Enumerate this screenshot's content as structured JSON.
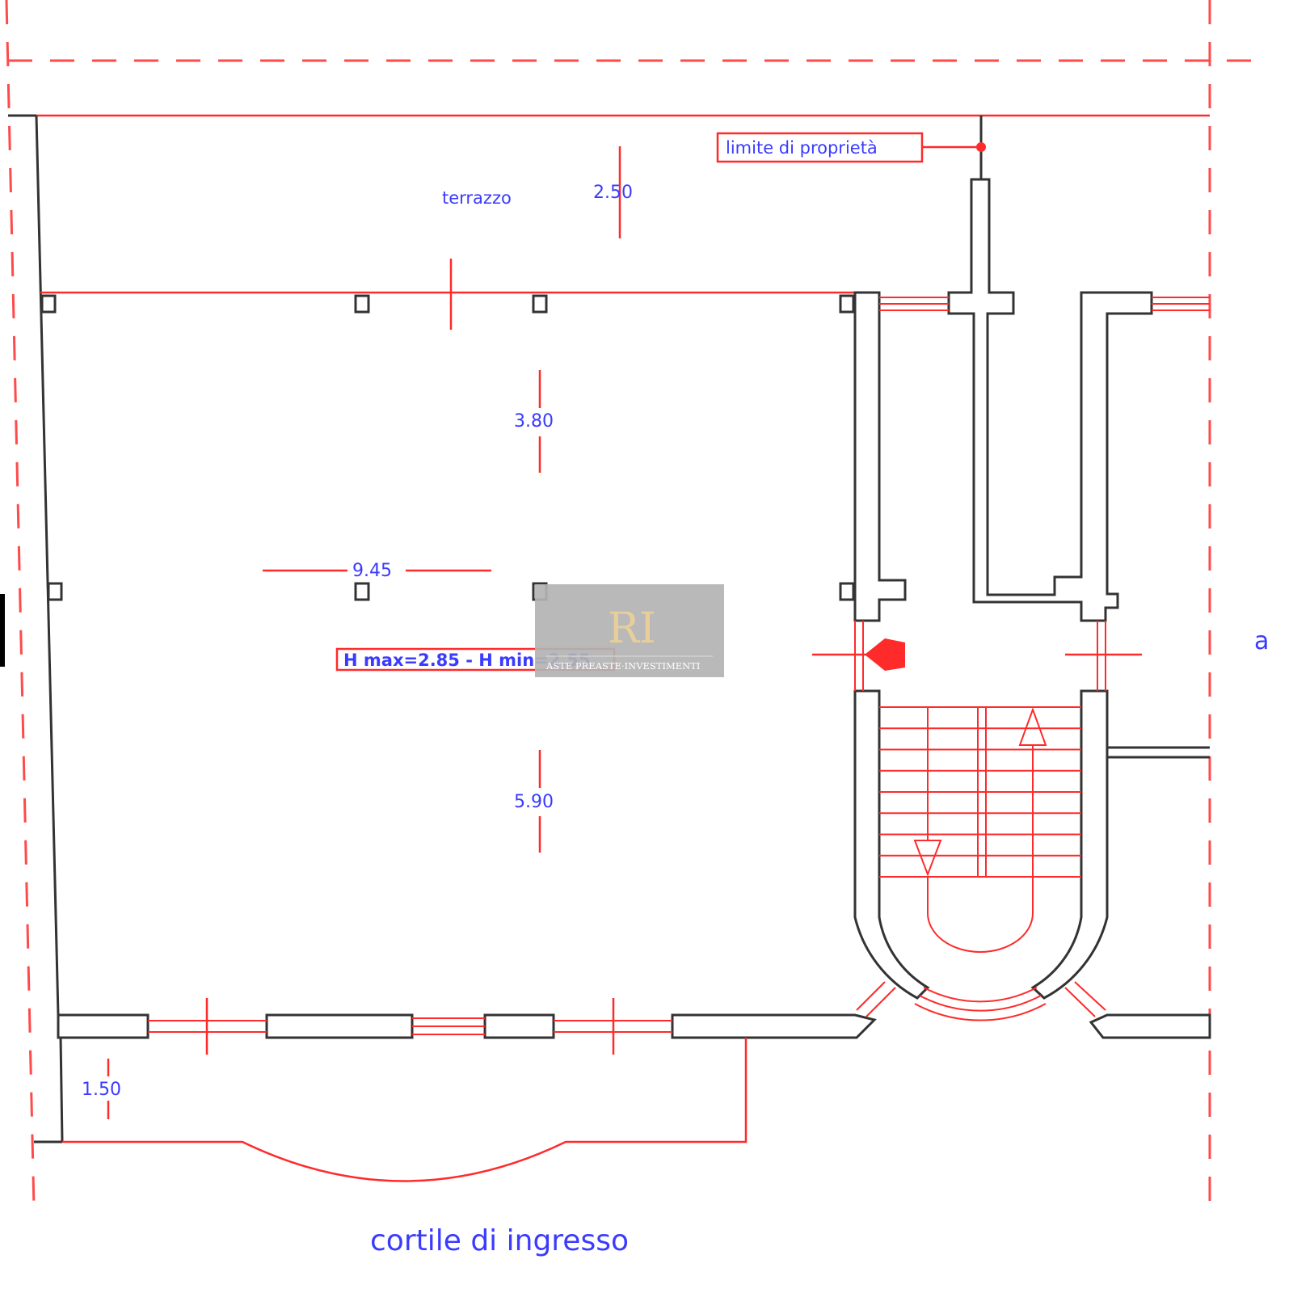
{
  "plan": {
    "labels": {
      "terrace": "terrazzo",
      "property_limit": "limite di proprietà",
      "courtyard": "cortile di ingresso",
      "height_note": "H max=2.85 - H min=2.55",
      "edge_fragment": "a"
    },
    "dimensions": {
      "terrace_depth": "2.50",
      "room_depth_upper": "3.80",
      "room_width": "9.45",
      "room_depth_lower": "5.90",
      "porch_depth": "1.50"
    },
    "watermark": {
      "monogram": "RI",
      "text": "ASTE PREASTE·INVESTIMENTI"
    },
    "colors": {
      "lines": "#ff2a2a",
      "walls": "#333333",
      "text": "#3b3bff"
    }
  }
}
